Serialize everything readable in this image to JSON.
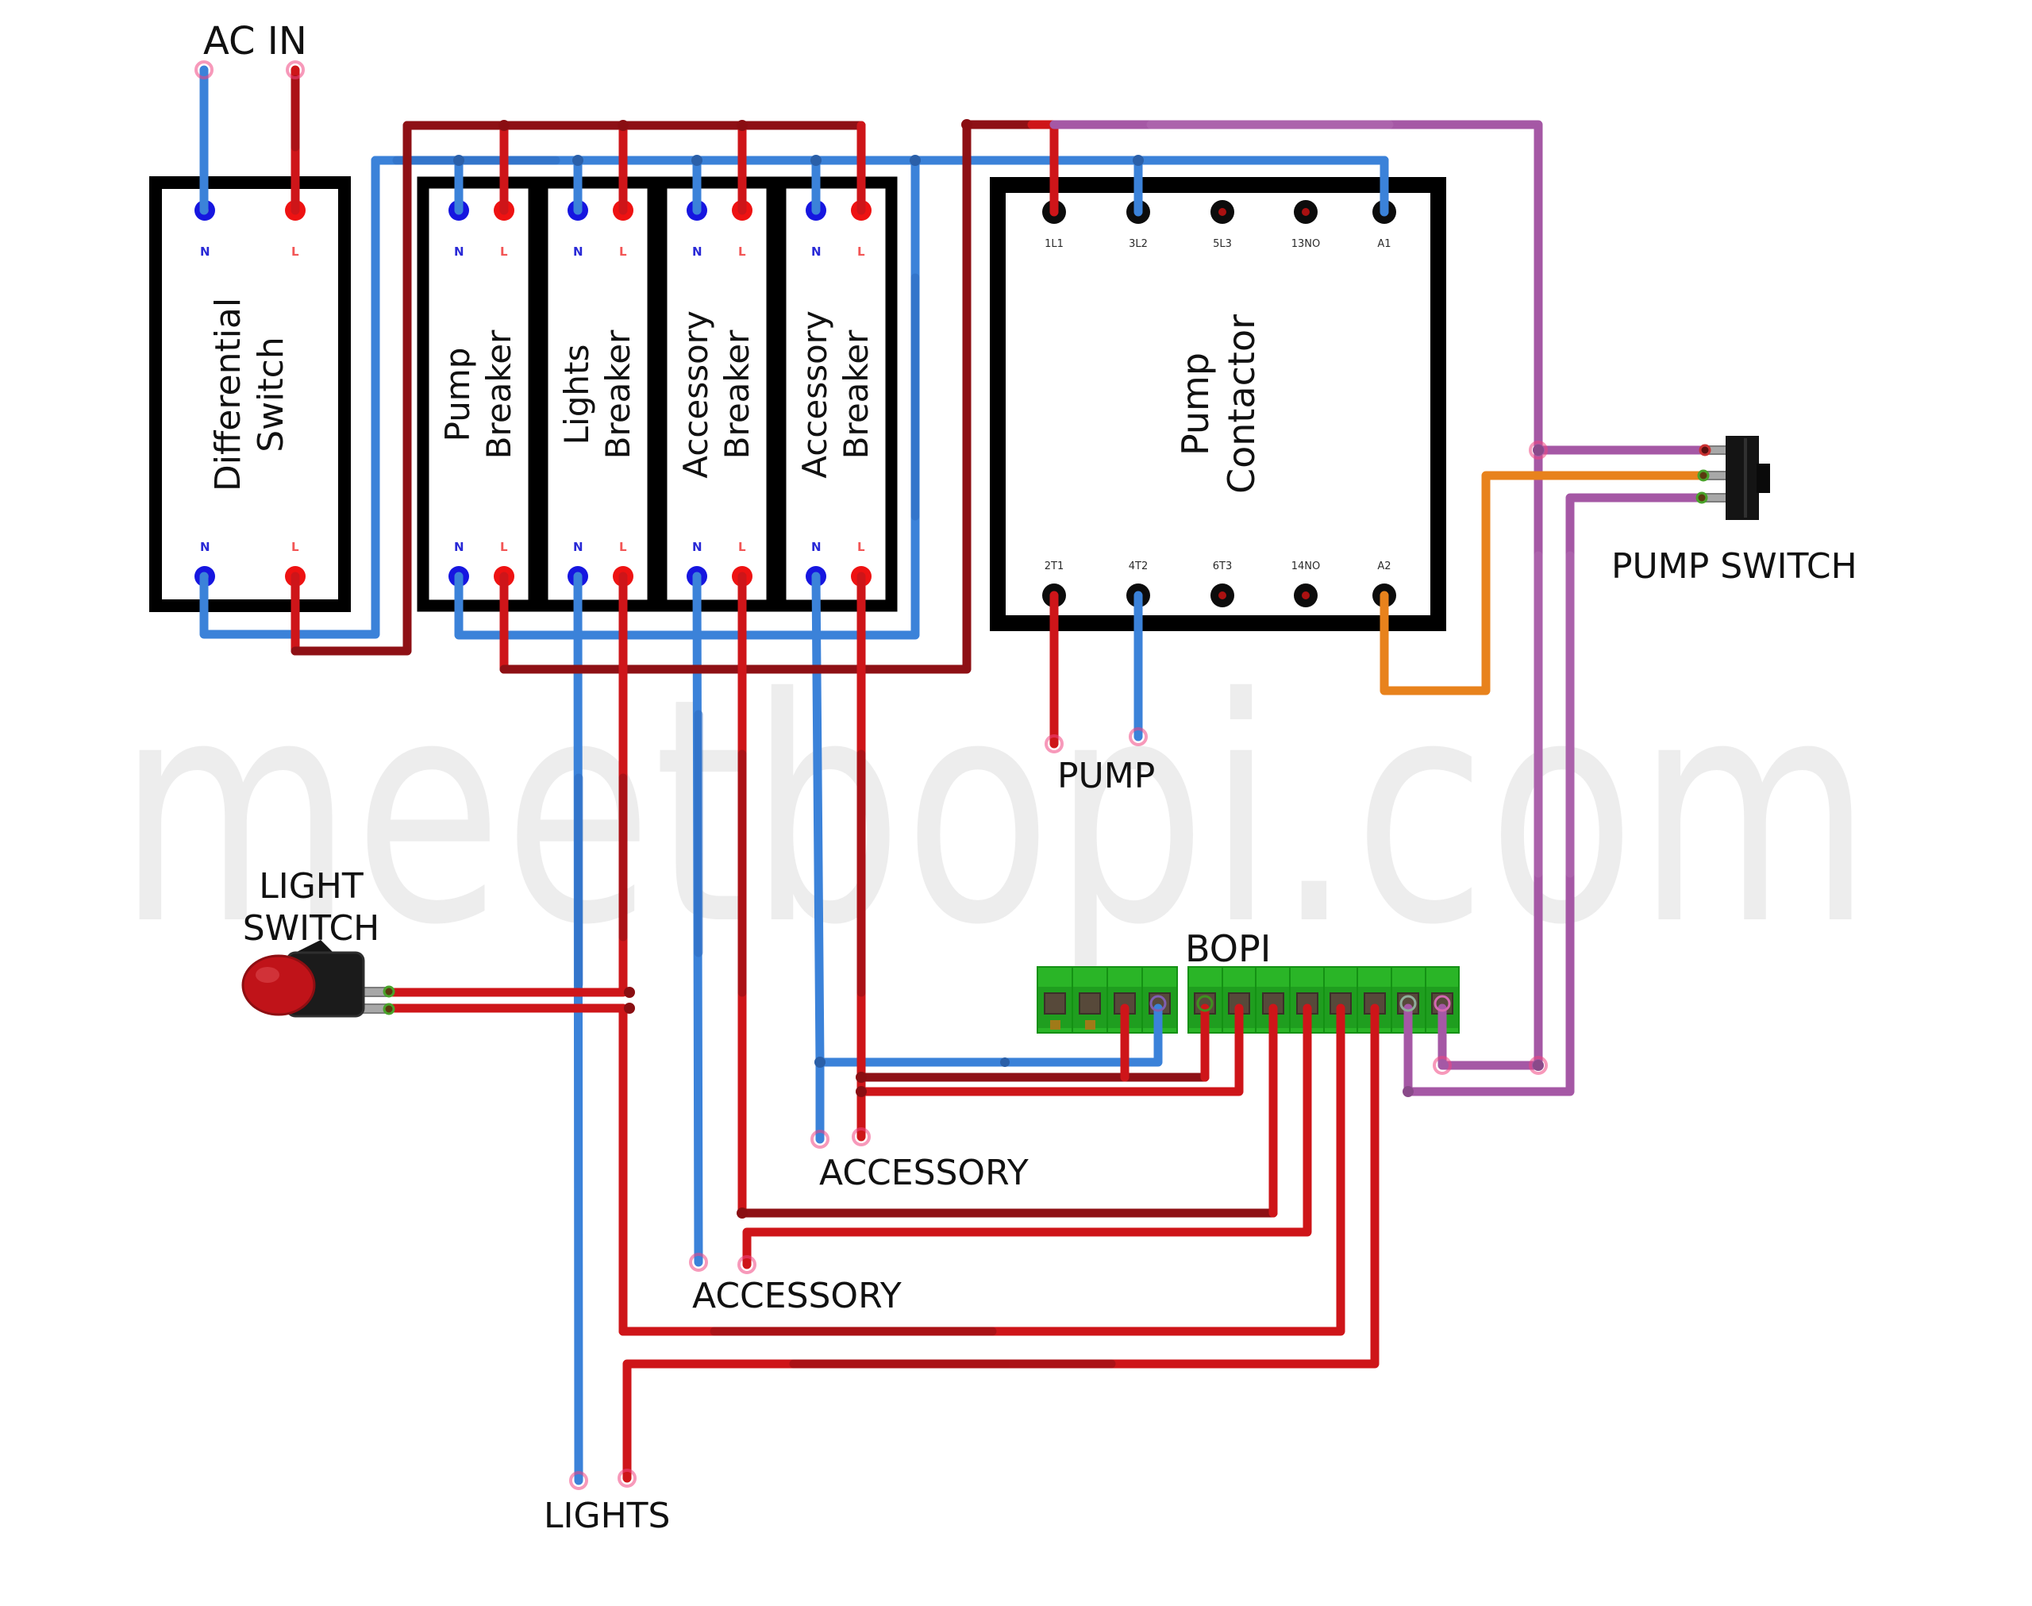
{
  "watermark": "meetbopi.com",
  "colors": {
    "wire_red": "#ce1519",
    "wire_red_dark": "#8e1015",
    "wire_blue": "#3b82d9",
    "wire_purple": "#a558a5",
    "wire_orange": "#e8821c",
    "block_green": "#2ab527",
    "watermark_gray": "#ededed"
  },
  "terminal_labels": {
    "n": "N",
    "l": "L"
  },
  "boxes": {
    "differential_switch": {
      "title_line1": "Differential",
      "title_line2": "Switch"
    },
    "pump_breaker": {
      "title_line1": "Pump",
      "title_line2": "Breaker"
    },
    "lights_breaker": {
      "title_line1": "Lights",
      "title_line2": "Breaker"
    },
    "accessory_breaker_1": {
      "title_line1": "Accessory",
      "title_line2": "Breaker"
    },
    "accessory_breaker_2": {
      "title_line1": "Accessory",
      "title_line2": "Breaker"
    },
    "pump_contactor": {
      "title_line1": "Pump",
      "title_line2": "Contactor",
      "top_terminals": [
        "1L1",
        "3L2",
        "5L3",
        "13NO",
        "A1"
      ],
      "bottom_terminals": [
        "2T1",
        "4T2",
        "6T3",
        "14NO",
        "A2"
      ]
    }
  },
  "labels": {
    "ac_in": "AC IN",
    "pump": "PUMP",
    "pump_switch": "PUMP SWITCH",
    "bopi": "BOPI",
    "light_switch_line1": "LIGHT",
    "light_switch_line2": "SWITCH",
    "accessory_top": "ACCESSORY",
    "accessory_bottom": "ACCESSORY",
    "lights": "LIGHTS"
  }
}
